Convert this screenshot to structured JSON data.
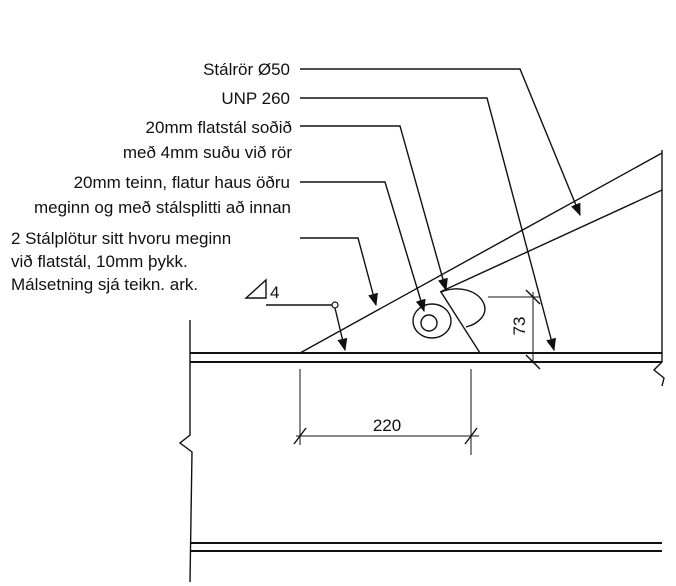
{
  "labels": {
    "stalror": "Stálrör Ø50",
    "unp": "UNP 260",
    "flatstal_1": "20mm flatstál soðið",
    "flatstal_2": "með 4mm suðu við rör",
    "teinn_1": "20mm teinn, flatur haus öðru",
    "teinn_2": "meginn og með stálsplitti að innan",
    "plotur_1": "2 Stálplötur sitt hvoru meginn",
    "plotur_2": "við flatstál, 10mm þykk.",
    "plotur_3": "Málsetning sjá teikn. ark."
  },
  "weld_symbol": {
    "size": "4"
  },
  "dimensions": {
    "horizontal": "220",
    "vertical": "73"
  },
  "colors": {
    "line": "#111111",
    "background": "#ffffff"
  }
}
